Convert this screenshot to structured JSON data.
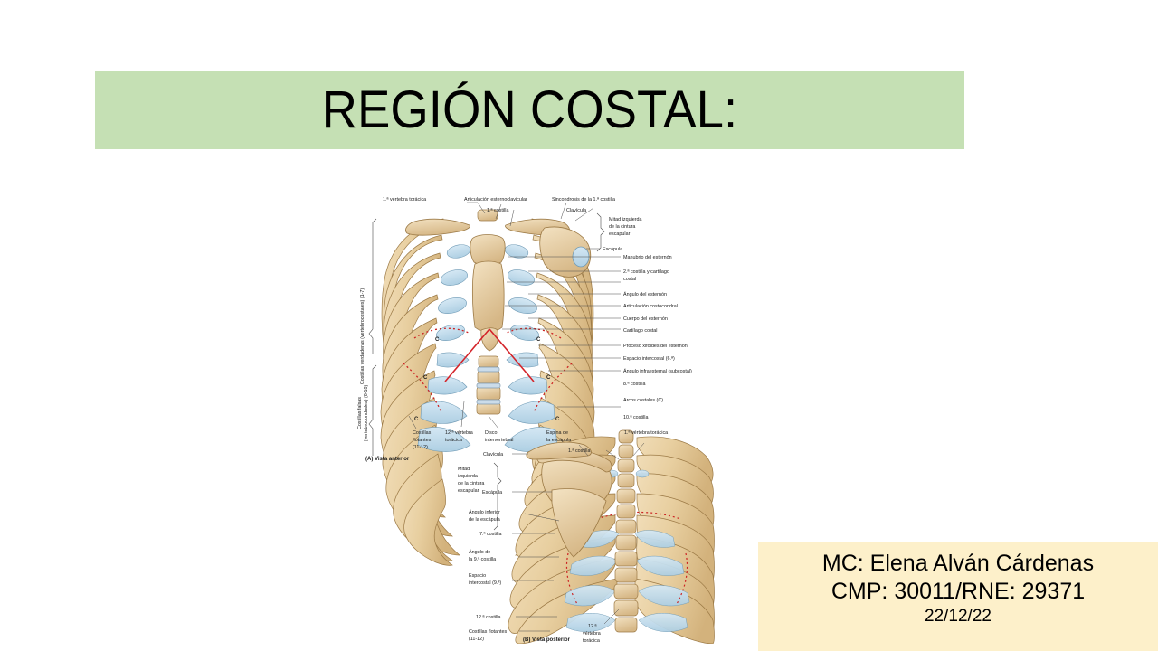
{
  "slide": {
    "background_color": "#ffffff",
    "title": {
      "text": "REGIÓN COSTAL:",
      "background_color": "#c5e0b4",
      "text_color": "#000000"
    },
    "credit": {
      "background_color": "#fdf0ca",
      "line1": "MC: Elena Alván Cárdenas",
      "line2": "CMP: 30011/RNE: 29371",
      "date": "22/12/22"
    }
  },
  "figure": {
    "name": "thoracic-cage-anatomy-illustration",
    "colors": {
      "bone": "#e8cfa0",
      "bone_shade": "#cfae78",
      "cartilage": "#c3dcec",
      "outline": "#8a6d42",
      "red_dotted": "#cc2222"
    },
    "panel_a": {
      "caption": "(A) Vista anterior",
      "left_brace_labels": [
        "Costillas verdaderas (vertebrocostales) (1-7)",
        "Costillas falsas (vertebrocondrales) (8-10)"
      ],
      "top_labels": [
        "1.ª vértebra torácica",
        "Articulación esternoclavicular",
        "1.ª costilla",
        "Sincondrosis de la 1.ª costilla",
        "Clavícula"
      ],
      "right_labels": [
        "Mitad izquierda de la cintura escapular",
        "Escápula",
        "Manubrio del esternón",
        "2.ª costilla y cartílago costal",
        "Ángulo del esternón",
        "Articulación costocondral",
        "Cuerpo del esternón",
        "Cartílago costal",
        "Proceso xifoides del esternón",
        "Espacio intercostal (6.ª)",
        "Ángulo infraesternal (subcostal)",
        "8.ª costilla",
        "Arcos costales (C)",
        "10.ª costilla"
      ],
      "bottom_labels": [
        "Costillas flotantes (11-12)",
        "12.ª vértebra torácica",
        "Disco intervertebral"
      ],
      "arch_markers": [
        "C",
        "C",
        "C",
        "C",
        "C",
        "C"
      ]
    },
    "panel_b": {
      "caption": "(B)  Vista posterior",
      "top_labels": [
        "Clavícula",
        "Espina de la escápula",
        "1.ª costilla",
        "1.ª vértebra torácica"
      ],
      "left_labels": [
        "Mitad izquierda de la cintura escapular",
        "Escápula",
        "Ángulo inferior de la escápula",
        "7.ª costilla",
        "Ángulo de la 9.ª costilla",
        "Espacio intercostal (9.ª)",
        "12.ª costilla",
        "Costillas flotantes (11-12)"
      ],
      "bottom_labels": [
        "12.ª vértebra torácica"
      ]
    }
  }
}
